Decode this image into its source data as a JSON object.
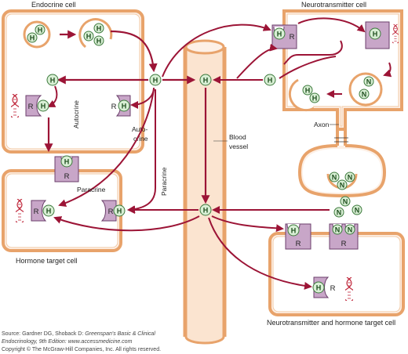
{
  "colors": {
    "membrane_outer": "#e8a36b",
    "membrane_inner": "#fdf0e6",
    "arrow": "#9c1436",
    "receptor_fill": "#c8a6c8",
    "receptor_stroke": "#6b3f6b",
    "molecule_fill": "#d9efd5",
    "molecule_stroke": "#3d7a3d",
    "dna": "#c0283c",
    "vessel_fill": "#fbe4d0",
    "vessel_stroke": "#e8a36b"
  },
  "labels": {
    "endocrine_cell": "Endocrine cell",
    "neurotransmitter_cell": "Neurotransmitter cell",
    "hormone_target_cell": "Hormone target cell",
    "nt_hormone_target_cell": "Neurotransmitter and hormone target cell",
    "autocrine_vertical": "Autocrine",
    "autocrine_line1": "Auto-",
    "autocrine_line2": "crine",
    "paracrine_horizontal": "Paracrine",
    "paracrine_vertical": "Paracrine",
    "blood_line1": "Blood",
    "blood_line2": "vessel",
    "axon": "Axon"
  },
  "glyphs": {
    "hormone": "H",
    "neurotransmitter": "N",
    "receptor": "R"
  },
  "source": {
    "prefix": "Source: Gardner DG, Shoback D: ",
    "title": "Greenspan's Basic & Clinical",
    "line2": "Endocrinology, 9th Edition: www.accessmedicine.com",
    "copyright": "Copyright © The McGraw-Hill Companies, Inc. All rights reserved."
  }
}
